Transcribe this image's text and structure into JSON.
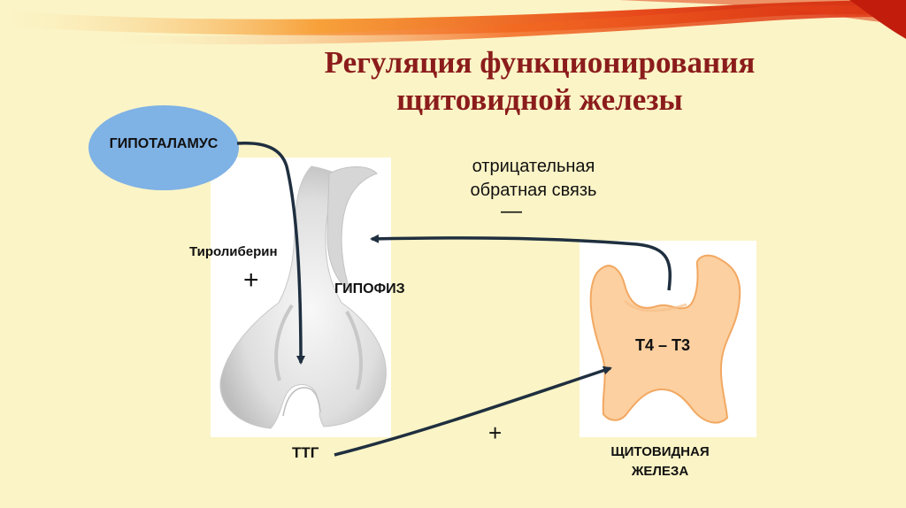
{
  "slide": {
    "title_line1": "Регуляция функционирования",
    "title_line2": "щитовидной железы"
  },
  "diagram": {
    "hypothalamus": "ГИПОТАЛАМУС",
    "releasing_hormone": "Тиролиберин",
    "plus_sign_1": "+",
    "pituitary": "ГИПОФИЗ",
    "feedback_line1": "отрицательная",
    "feedback_line2": "обратная связь",
    "minus_sign": "—",
    "tsh": "ТТГ",
    "plus_sign_2": "+",
    "hormones": "Т4 – Т3",
    "thyroid_line1": "ЩИТОВИДНАЯ",
    "thyroid_line2": "ЖЕЛЕЗА"
  },
  "colors": {
    "title": "#8b1c1c",
    "background": "#fbf4c6",
    "hypothalamus_fill": "#7fb2e5",
    "thyroid_fill": "#fcd0a0",
    "thyroid_stroke": "#f2a862",
    "arrow": "#1f2f3f"
  }
}
